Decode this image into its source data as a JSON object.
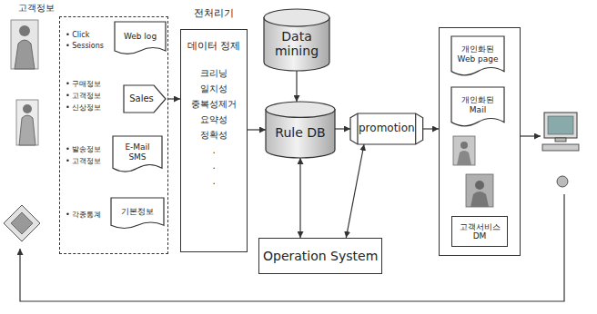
{
  "diagram": {
    "nodes": [
      {
        "text": []
      },
      {
        "text": [
          "Web log"
        ],
        "in": 0
      },
      {
        "text": [
          "Sales"
        ],
        "in": 0
      },
      {
        "text": [
          "E-Mail SMS"
        ],
        "in": 0
      },
      {
        "text": [
          "기본정보"
        ],
        "in": 0
      },
      {
        "text": [
          "전처리기",
          "데이터 정제",
          "크리닝 일치성 중복성제거 요약성 정확성 . . ."
        ]
      },
      {
        "text": [
          "Data mining"
        ]
      },
      {
        "text": [
          "Rule DB"
        ]
      },
      {
        "text": [
          "promotion"
        ]
      },
      {
        "text": [
          "Operation System"
        ]
      },
      {
        "text": []
      },
      {
        "text": [
          "개인화된 Web page"
        ],
        "in": 10
      },
      {
        "text": [
          "개인화된 Mail"
        ],
        "in": 10
      },
      {
        "text": [
          "고객서비스 DM"
        ],
        "in": 10
      }
    ],
    "edges": [
      {
        "from": 0,
        "to": 5,
        "arrow": "to"
      },
      {
        "from": 5,
        "to": 7,
        "arrow": "to"
      },
      {
        "from": 6,
        "to": 7,
        "arrow": "to"
      },
      {
        "from": 7,
        "to": 8,
        "arrow": "to"
      },
      {
        "from": 8,
        "to": 10,
        "arrow": "to"
      },
      {
        "from": 7,
        "to": 9,
        "arrow": "both"
      },
      {
        "from": 8,
        "to": 9,
        "arrow": "both"
      }
    ],
    "labels": [
      "고객정보",
      "• Click",
      "• Sessions",
      "• 구매정보",
      "• 고객정보",
      "• 신상정보",
      "• 발송정보",
      "• 고객정보",
      "• 각종통계"
    ]
  }
}
